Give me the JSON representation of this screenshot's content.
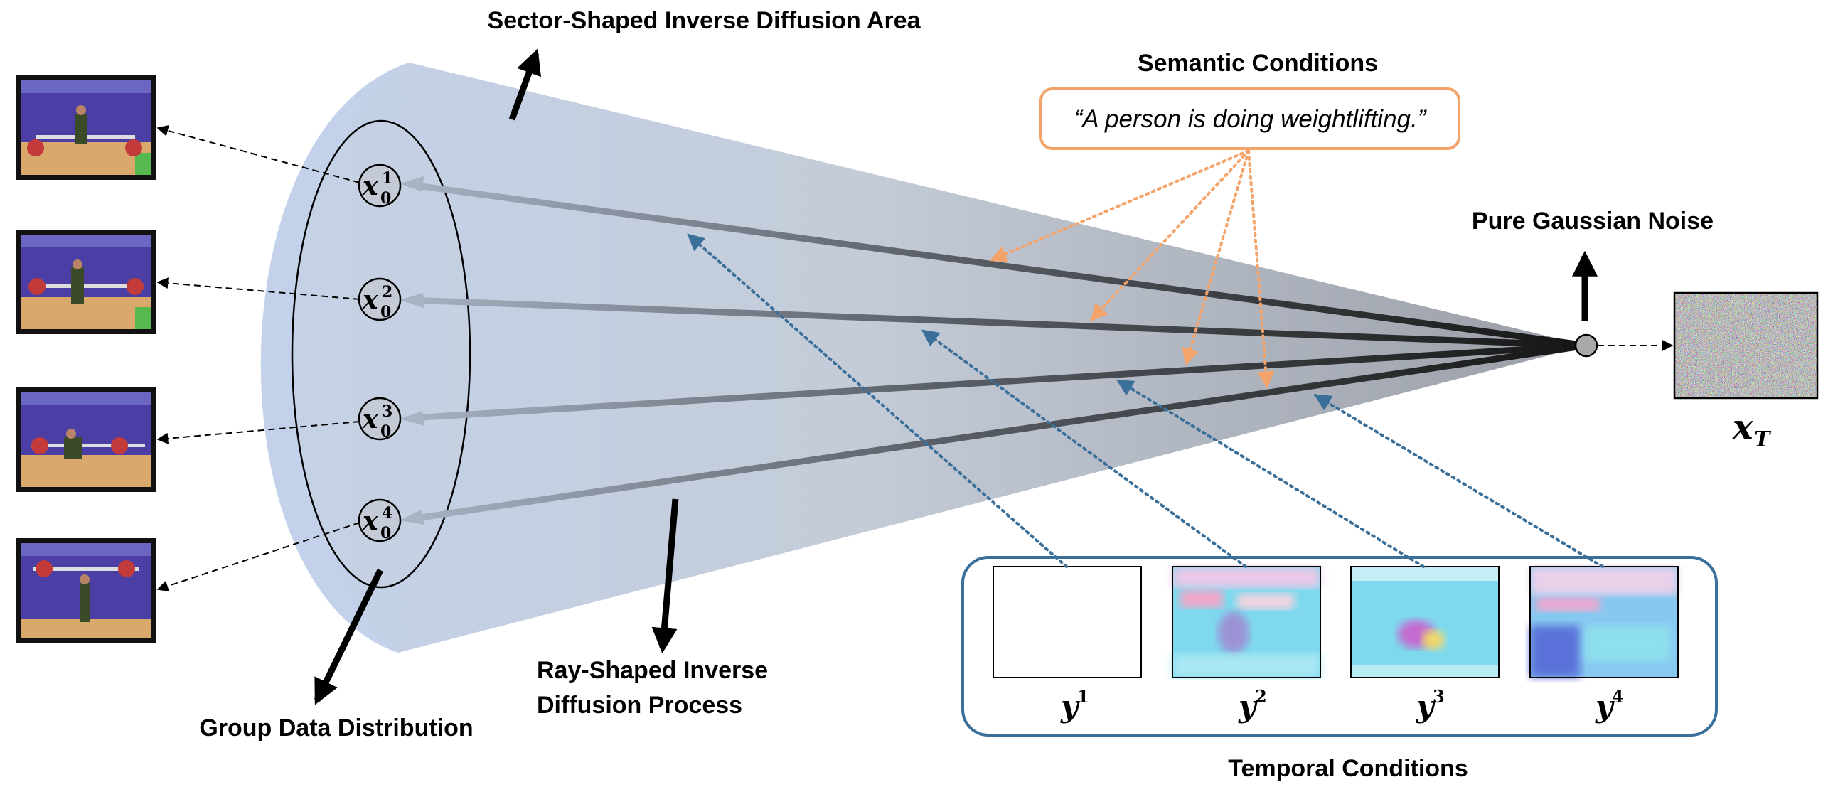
{
  "labels": {
    "sector_area": "Sector-Shaped Inverse Diffusion Area",
    "semantic_conditions": "Semantic Conditions",
    "semantic_prompt": "“A person is doing weightlifting.”",
    "pure_gaussian_noise": "Pure Gaussian Noise",
    "ray_process_line1": "Ray-Shaped Inverse",
    "ray_process_line2": "Diffusion Process",
    "group_distribution": "Group Data Distribution",
    "temporal_conditions": "Temporal Conditions"
  },
  "noise_symbol": {
    "base": "x",
    "subscript": "T"
  },
  "samples": [
    {
      "base": "x",
      "sub": "0",
      "sup": "1"
    },
    {
      "base": "x",
      "sub": "0",
      "sup": "2"
    },
    {
      "base": "x",
      "sub": "0",
      "sup": "3"
    },
    {
      "base": "x",
      "sub": "0",
      "sup": "4"
    }
  ],
  "temporal": [
    {
      "base": "y",
      "sup": "1"
    },
    {
      "base": "y",
      "sup": "2"
    },
    {
      "base": "y",
      "sup": "3"
    },
    {
      "base": "y",
      "sup": "4"
    }
  ],
  "colors": {
    "sector_fill": "#c9d6ea",
    "ray_dark": "#1a1a1a",
    "ray_light": "#a9b4c4",
    "semantic_orange": "#f4a46b",
    "temporal_blue": "#3a6f9a",
    "frame_purple": "#4b3fa6",
    "floor_tan": "#d9a86b"
  }
}
